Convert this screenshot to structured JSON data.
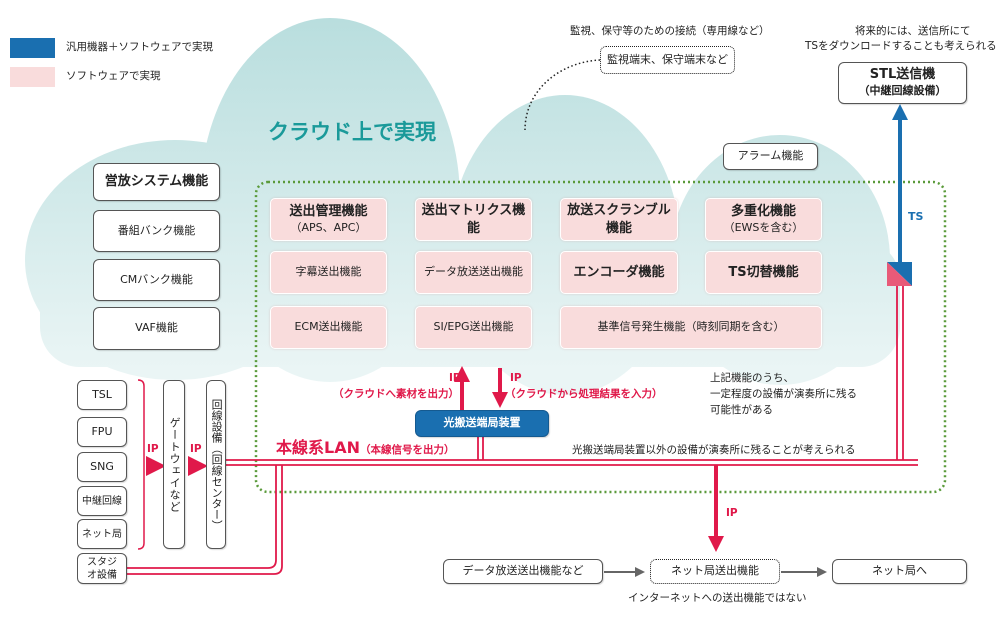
{
  "legend": [
    {
      "label": "汎用機器＋ソフトウェアで実現",
      "color": "#1a6fb0"
    },
    {
      "label": "ソフトウェアで実現",
      "color": "#f9dcdc"
    }
  ],
  "colors": {
    "cloud_top": "#b9dede",
    "cloud_bottom": "#eaf5f5",
    "red": "#e0194a",
    "blue": "#1a6fb0",
    "green_dotted": "#5a9a3a",
    "teal_title": "#1a9a9a"
  },
  "cloud_title": "クラウド上で実現",
  "monitoring": {
    "note": "監視、保守等のための接続（専用線など）",
    "box": "監視端末、保守端末など"
  },
  "stl": {
    "note_line1": "将来的には、送信所にて",
    "note_line2": "TSをダウンロードすることも考えられる",
    "title": "STL送信機",
    "subtitle": "（中継回線設備）",
    "ts_label": "TS"
  },
  "alarm": "アラーム機能",
  "left_functions": [
    "営放システム機能",
    "番組バンク機能",
    "CMバンク機能",
    "VAF機能"
  ],
  "functions": [
    {
      "line1": "送出管理機能",
      "line2": "（APS、APC）"
    },
    {
      "line1": "送出マトリクス機能"
    },
    {
      "line1": "放送スクランブル",
      "line2": "機能"
    },
    {
      "line1": "多重化機能",
      "line2": "（EWSを含む）"
    },
    {
      "line1": "字幕送出機能"
    },
    {
      "line1": "データ放送送出機能"
    },
    {
      "line1": "エンコーダ機能"
    },
    {
      "line1": "TS切替機能"
    },
    {
      "line1": "ECM送出機能"
    },
    {
      "line1": "SI/EPG送出機能"
    },
    {
      "line1": "基準信号発生機能（時刻同期を含む）"
    }
  ],
  "optical": {
    "label": "光搬送端局装置",
    "up_ip": "IP",
    "up_desc": "（クラウドへ素材を出力）",
    "down_ip": "IP",
    "down_desc": "（クラウドから処理結果を入力）"
  },
  "remain_note": [
    "上記機能のうち、",
    "一定程度の設備が演奏所に残る",
    "可能性がある"
  ],
  "lan": {
    "title": "本線系LAN",
    "sub": "（本線信号を出力）",
    "note": "光搬送端局装置以外の設備が演奏所に残ることが考えられる"
  },
  "sources": [
    "TSL",
    "FPU",
    "SNG",
    "中継回線",
    "ネット局"
  ],
  "studio": "スタジオ設備",
  "gateway": "ゲートウェイなど",
  "line_equipment": "回線設備（回線センター）",
  "ip_label": "IP",
  "bottom": {
    "ip": "IP",
    "data": "データ放送送出機能など",
    "net_tx": "ネット局送出機能",
    "net_to": "ネット局へ",
    "note": "インターネットへの送出機能ではない"
  }
}
